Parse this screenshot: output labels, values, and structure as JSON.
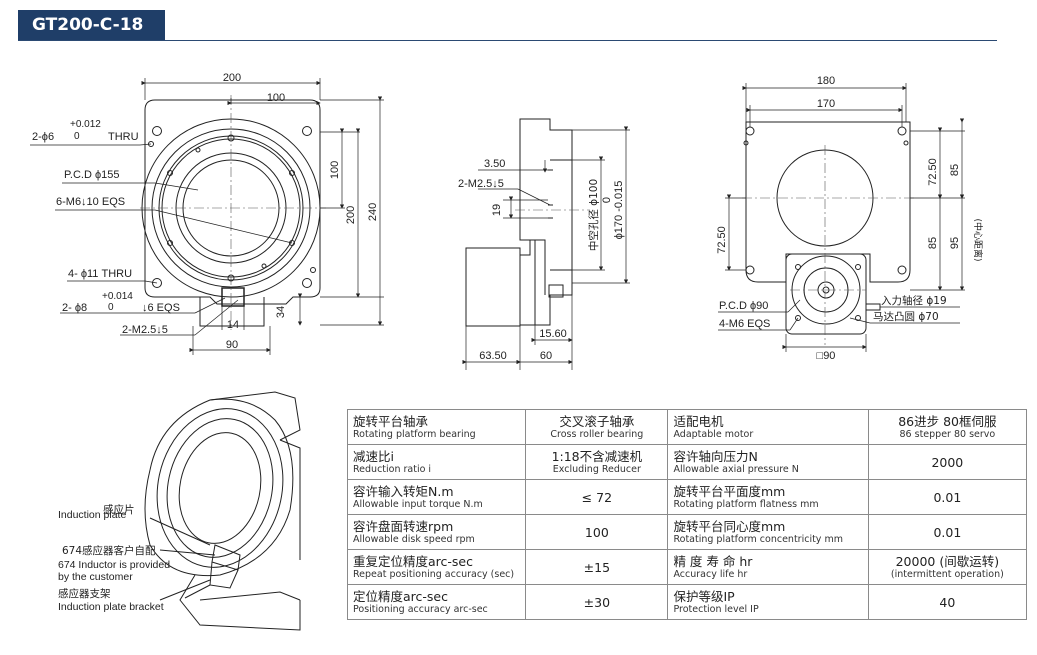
{
  "header": {
    "title": "GT200-C-18"
  },
  "front_view": {
    "dims": {
      "width_top": "200",
      "half_top": "100",
      "right_100": "100",
      "right_200": "200",
      "right_240": "240",
      "bottom_14": "14",
      "bottom_34": "34",
      "bottom_90": "90"
    },
    "callouts": {
      "pin_hole_a": "2-ϕ6",
      "pin_tol_a_top": "+0.012",
      "pin_tol_a_bot": "0",
      "pin_thru": "THRU",
      "pcd": "P.C.D ϕ155",
      "m6": "6-M6↓10 EQS",
      "thru11": "4- ϕ11 THRU",
      "pin_hole_b": "2- ϕ8",
      "pin_tol_b_top": "+0.014",
      "pin_tol_b_bot": "0",
      "pin_depth_b": "↓6 EQS",
      "m25": "2-M2.5↓5"
    }
  },
  "side_view": {
    "dims": {
      "d350": "3.50",
      "m25": "2-M2.5↓5",
      "d19": "19",
      "hollow": "中空孔径 ϕ100",
      "tol_top": "0",
      "tol_bot": "ϕ170 -0.015",
      "d1560": "15.60",
      "d6350": "63.50",
      "d60": "60"
    }
  },
  "motor_view": {
    "dims": {
      "w180": "180",
      "w170": "170",
      "h7250a": "72.50",
      "h85a": "85",
      "h7250b": "72.50",
      "h85b": "85",
      "h95": "95",
      "center_dist": "(中心距离)",
      "pcd90": "P.C.D ϕ90",
      "m6eqs": "4-M6 EQS",
      "input_shaft": "入力轴径 ϕ19",
      "motor_boss": "马达凸圆 ϕ70",
      "sq90": "□90"
    }
  },
  "iso_view": {
    "labels": {
      "induction_plate": "Induction plate",
      "induction_plate_zh": "感应片",
      "inductor_zh": "674感应器客户自配",
      "inductor_en_1": "674 Inductor is provided",
      "inductor_en_2": "by the customer",
      "bracket_zh": "感应器支架",
      "bracket_en": "Induction plate bracket"
    }
  },
  "spec_table": {
    "rows": [
      {
        "l_zh": "旋转平台轴承",
        "l_en": "Rotating platform bearing",
        "l_val_zh": "交叉滚子轴承",
        "l_val_en": "Cross roller bearing",
        "r_zh": "适配电机",
        "r_en": "Adaptable motor",
        "r_val_zh": "86进步 80框伺服",
        "r_val_en": "86 stepper 80 servo"
      },
      {
        "l_zh": "减速比i",
        "l_en": "Reduction ratio i",
        "l_val_zh": "1:18不含减速机",
        "l_val_en": "Excluding Reducer",
        "r_zh": "容许轴向压力N",
        "r_en": "Allowable axial pressure N",
        "r_val_zh": "2000",
        "r_val_en": ""
      },
      {
        "l_zh": "容许输入转矩N.m",
        "l_en": "Allowable input torque N.m",
        "l_val_zh": "≤ 72",
        "l_val_en": "",
        "r_zh": "旋转平台平面度mm",
        "r_en": "Rotating platform flatness mm",
        "r_val_zh": "0.01",
        "r_val_en": ""
      },
      {
        "l_zh": "容许盘面转速rpm",
        "l_en": "Allowable disk speed rpm",
        "l_val_zh": "100",
        "l_val_en": "",
        "r_zh": "旋转平台同心度mm",
        "r_en": "Rotating platform concentricity mm",
        "r_val_zh": "0.01",
        "r_val_en": ""
      },
      {
        "l_zh": "重复定位精度arc-sec",
        "l_en": "Repeat positioning accuracy (sec)",
        "l_val_zh": "±15",
        "l_val_en": "",
        "r_zh": "精 度 寿 命 hr",
        "r_en": "Accuracy life hr",
        "r_val_zh": "20000 (间歇运转)",
        "r_val_en": "(intermittent operation)"
      },
      {
        "l_zh": "定位精度arc-sec",
        "l_en": "Positioning accuracy arc-sec",
        "l_val_zh": "±30",
        "l_val_en": "",
        "r_zh": "保护等级IP",
        "r_en": "Protection level IP",
        "r_val_zh": "40",
        "r_val_en": ""
      }
    ]
  }
}
